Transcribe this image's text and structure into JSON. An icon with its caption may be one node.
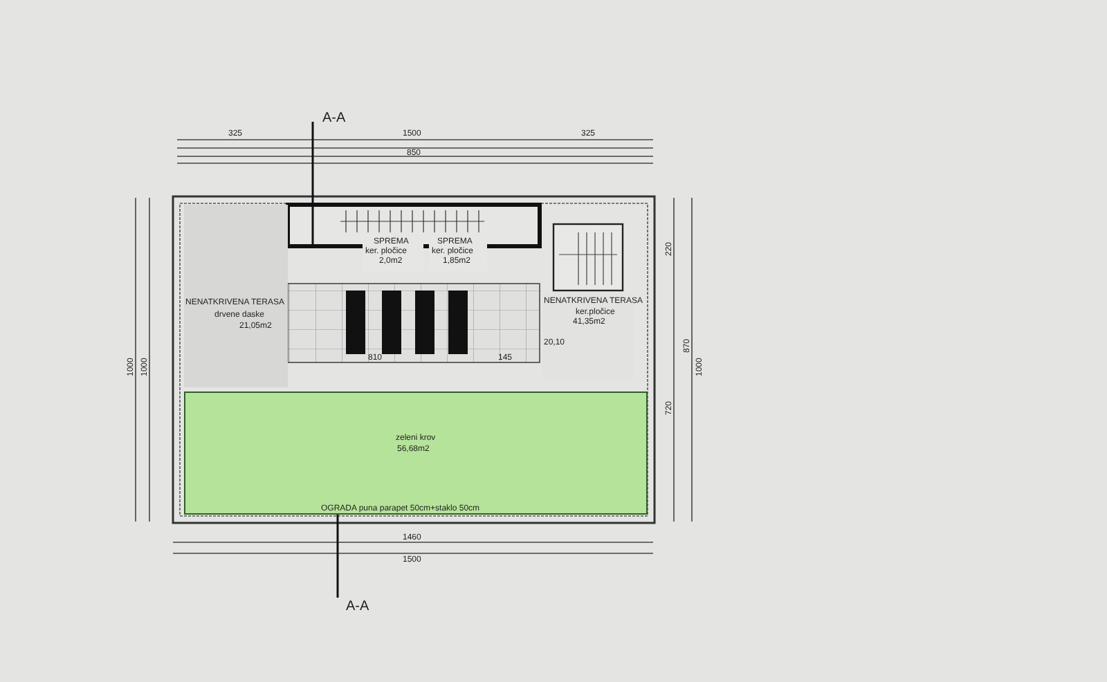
{
  "diagram": {
    "nodes": [
      {
        "text": [
          "NENATKRIVENA TERASA",
          "drvene daske",
          "21,05m2"
        ]
      },
      {
        "text": [
          "SPREMA",
          "ker. pločice",
          "2,0m2"
        ]
      },
      {
        "text": [
          "SPREMA",
          "ker. pločice",
          "1,85m2"
        ]
      },
      {
        "text": [
          "NENATKRIVENA TERASA",
          "ker.pločice",
          "41,35m2"
        ]
      },
      {
        "text": [
          "zeleni krov",
          "56,68m2"
        ]
      }
    ],
    "labels": [
      "A-A",
      "1500",
      "850",
      "325",
      "325",
      "1000",
      "1000",
      "220",
      "870",
      "720",
      "1000",
      "810",
      "145",
      "20,10",
      "OGRADA puna parapet 50cm+staklo 50cm",
      "1460",
      "1500",
      "A-A"
    ]
  }
}
